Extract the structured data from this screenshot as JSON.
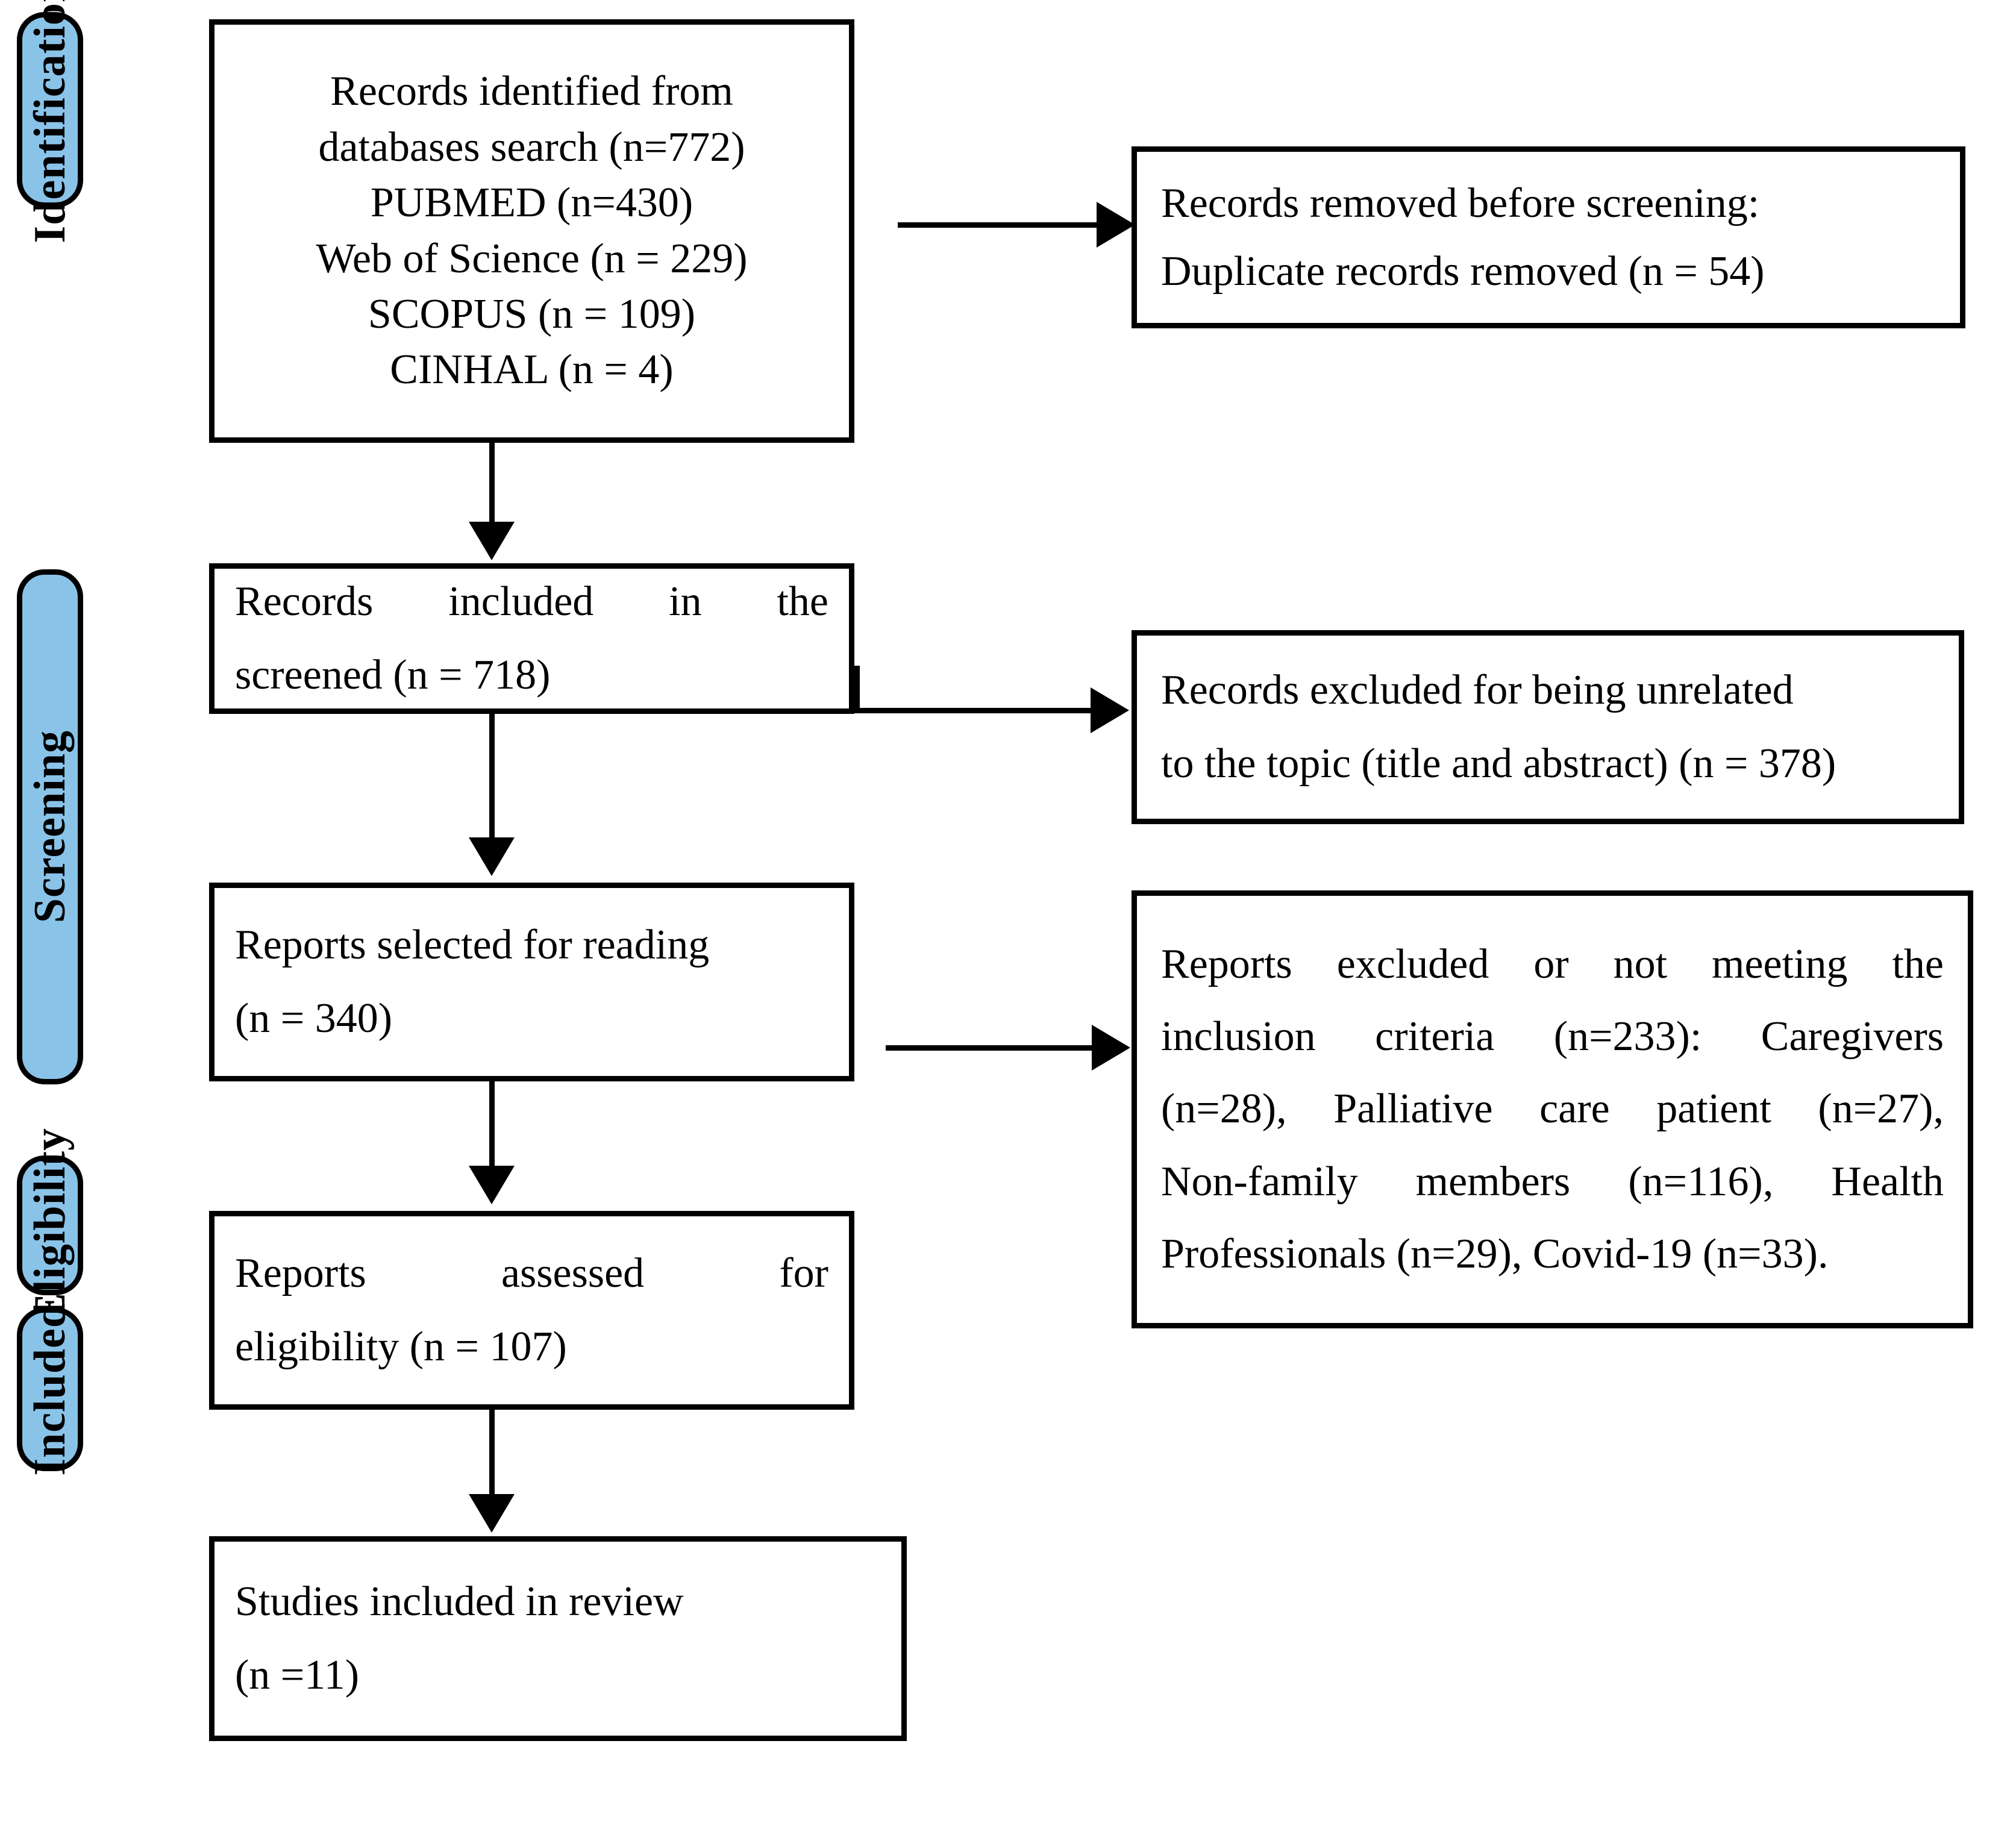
{
  "diagram": {
    "type": "PRISMA flow diagram",
    "accent_color": "#8AC3E8",
    "line_color": "#000000",
    "background": "#ffffff"
  },
  "stages": [
    {
      "key": "identification",
      "label": "Identification"
    },
    {
      "key": "screening",
      "label": "Screening"
    },
    {
      "key": "eligibility",
      "label": "Eligibility"
    },
    {
      "key": "included",
      "label": "Included"
    }
  ],
  "left_boxes": [
    {
      "key": "identified",
      "lines": [
        "Records identified from",
        "databases search (n=772)",
        "PUBMED (n=430)",
        "Web of Science (n = 229)",
        "SCOPUS (n = 109)",
        "CINHAL (n = 4)"
      ]
    },
    {
      "key": "screened",
      "lines": [
        "Records included in the",
        "screened (n = 718)"
      ]
    },
    {
      "key": "selected-for-reading",
      "lines": [
        "Reports selected for reading",
        "(n = 340)"
      ]
    },
    {
      "key": "assessed-for-eligibility",
      "lines": [
        "Reports assessed for",
        "eligibility (n = 107)"
      ]
    },
    {
      "key": "studies-included",
      "lines": [
        "Studies included in review",
        "(n =11)"
      ]
    }
  ],
  "right_boxes": [
    {
      "key": "removed-before-screening",
      "lines": [
        "Records removed before screening:",
        "Duplicate records removed (n = 54)"
      ]
    },
    {
      "key": "excluded-unrelated",
      "lines": [
        "Records excluded for being unrelated",
        "to the topic (title and abstract) (n = 378)"
      ]
    },
    {
      "key": "excluded-inclusion-criteria",
      "lines": [
        "Reports excluded or not meeting the",
        "inclusion criteria (n=233): Caregivers",
        "(n=28), Palliative care patient (n=27),",
        "Non-family members (n=116), Health",
        "Professionals (n=29), Covid-19 (n=33)."
      ]
    }
  ],
  "counts": {
    "records_identified_total": 772,
    "pubmed": 430,
    "web_of_science": 229,
    "scopus": 109,
    "cinhal": 4,
    "duplicates_removed": 54,
    "records_screened": 718,
    "excluded_unrelated": 378,
    "reports_selected_for_reading": 340,
    "reports_excluded_criteria": 233,
    "excluded_caregivers": 28,
    "excluded_palliative_care_patient": 27,
    "excluded_non_family_members": 116,
    "excluded_health_professionals": 29,
    "excluded_covid19": 33,
    "reports_assessed_eligibility": 107,
    "studies_included": 11
  }
}
